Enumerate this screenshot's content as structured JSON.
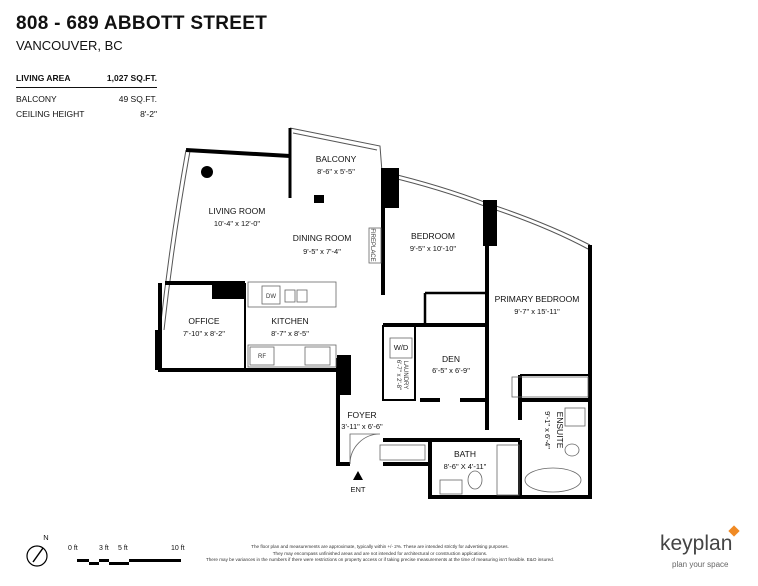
{
  "header": {
    "title": "808 - 689 ABBOTT STREET",
    "subtitle": "VANCOUVER, BC"
  },
  "areas": [
    {
      "label": "LIVING AREA",
      "value": "1,027 SQ.FT."
    },
    {
      "label": "BALCONY",
      "value": "49 SQ.FT."
    },
    {
      "label": "CEILING HEIGHT",
      "value": "8'-2\""
    }
  ],
  "rooms": [
    {
      "name": "LIVING ROOM",
      "dims": "10'-4\"  x  12'-0\""
    },
    {
      "name": "BALCONY",
      "dims": "8'-6\"  x  5'-5\""
    },
    {
      "name": "DINING ROOM",
      "dims": "9'-5\"  x  7'-4\""
    },
    {
      "name": "BEDROOM",
      "dims": "9'-5\"  x  10'-10\""
    },
    {
      "name": "PRIMARY BEDROOM",
      "dims": "9'-7\"  x  15'-11\""
    },
    {
      "name": "OFFICE",
      "dims": "7'-10\"  x  8'-2\""
    },
    {
      "name": "KITCHEN",
      "dims": "8'-7\"  x  8'-5\""
    },
    {
      "name": "DEN",
      "dims": "6'-5\"  x  6'-9\""
    },
    {
      "name": "FOYER",
      "dims": "3'-11\" x 6'-6\""
    },
    {
      "name": "BATH",
      "dims": "8'-6\" X 4'-11\""
    },
    {
      "name": "ENSUITE",
      "dims": "9'-1\"  x  6'-4\""
    },
    {
      "name": "LAUNDRY",
      "dims": "6'-7\" x 2'-8\""
    }
  ],
  "fixtures": {
    "fireplace": "FIREPLACE",
    "washer_dryer": "W/D",
    "dishwasher": "DW",
    "fridge": "RF",
    "entrance": "ENT"
  },
  "footer": {
    "north": "N",
    "scale": [
      "0 ft",
      "3 ft",
      "5 ft",
      "10 ft"
    ],
    "disclaimer": [
      "The floor plan and measurements are approximate, typically within +/- 2%. These are intended strictly for advertising purposes.",
      "They may encompass unfinished areas and are not intended for architectural or construction applications.",
      "There may be variances in the numbers if there were restrictions on property access or if taking precise measurements at the time of measuring isn't feasible. E&O insured."
    ],
    "logo": "keyplan",
    "tagline": "plan your space"
  },
  "colors": {
    "wall": "#000000",
    "logo_accent": "#f08a24"
  }
}
